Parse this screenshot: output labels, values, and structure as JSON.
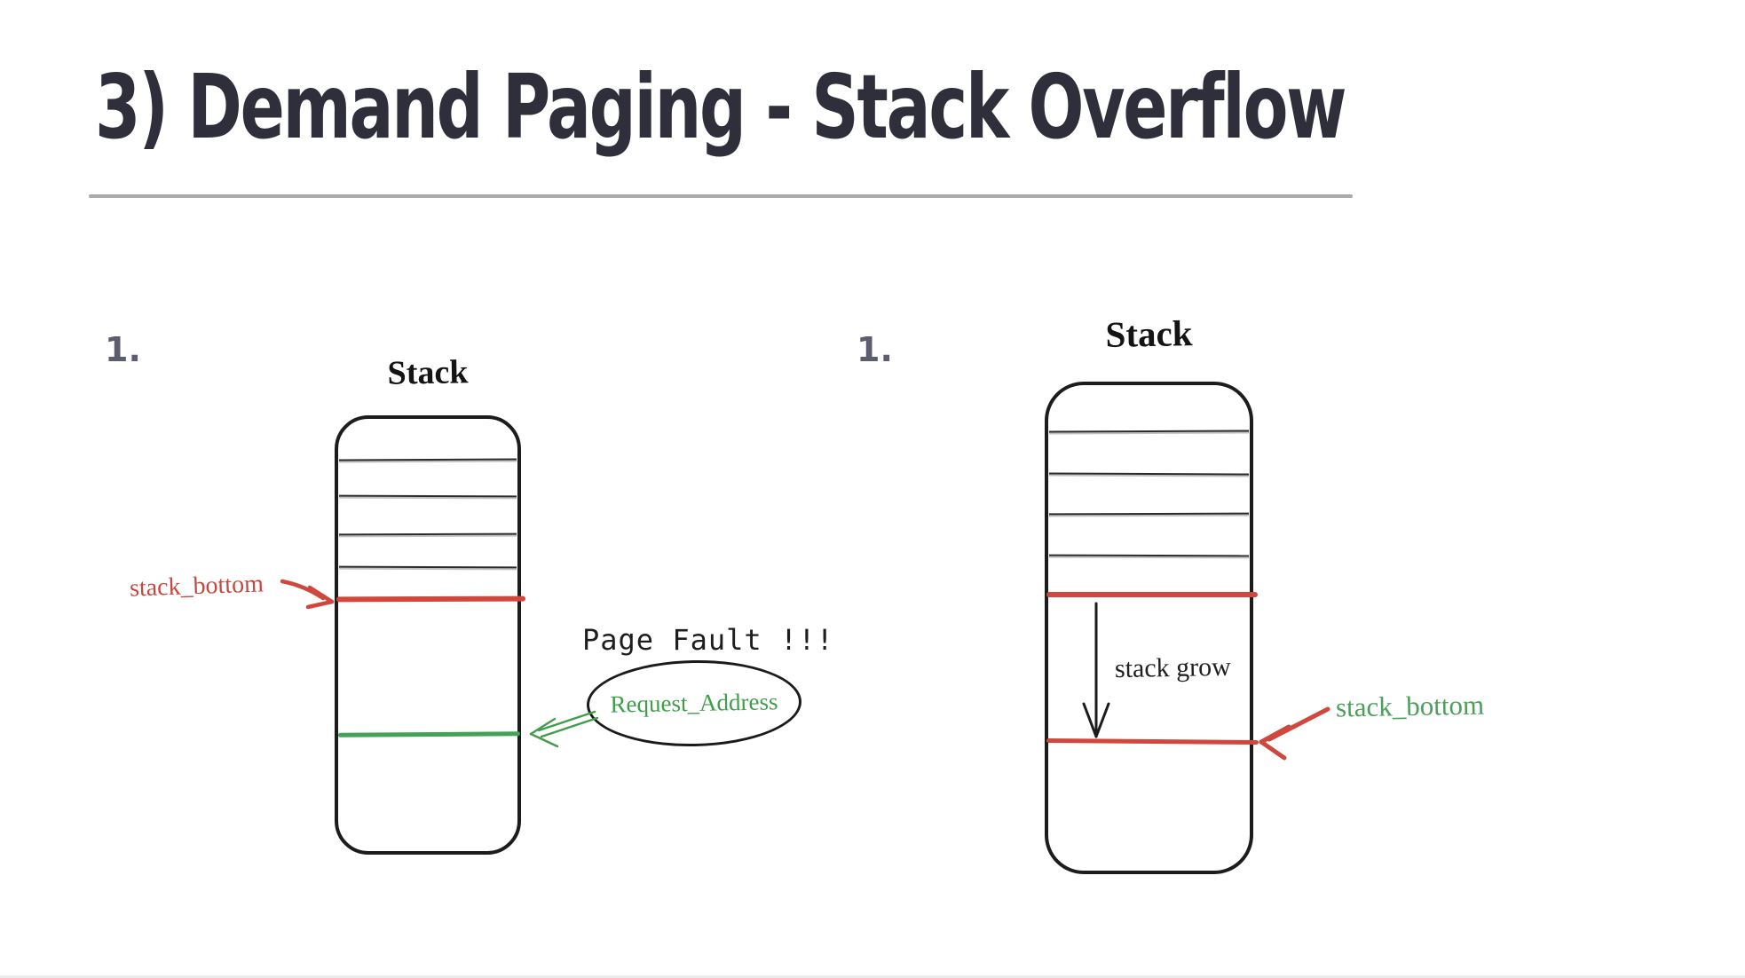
{
  "header": {
    "title": "3) Demand Paging - Stack Overflow"
  },
  "left_diagram": {
    "step_label": "1.",
    "stack_title": "Stack",
    "stack_bottom_label": "stack_bottom",
    "page_fault_label": "Page Fault !!!",
    "request_address_label": "Request_Address"
  },
  "right_diagram": {
    "step_label": "1.",
    "stack_title": "Stack",
    "stack_grow_label": "stack grow",
    "stack_bottom_label": "stack_bottom"
  },
  "colors": {
    "title_ink": "#2e2f3b",
    "step_ink": "#5c5d6e",
    "sketch_ink": "#1c1c1c",
    "red_marker": "#d0473e",
    "green_marker": "#3f9e4b",
    "divider_gray": "#a9a9a9"
  }
}
